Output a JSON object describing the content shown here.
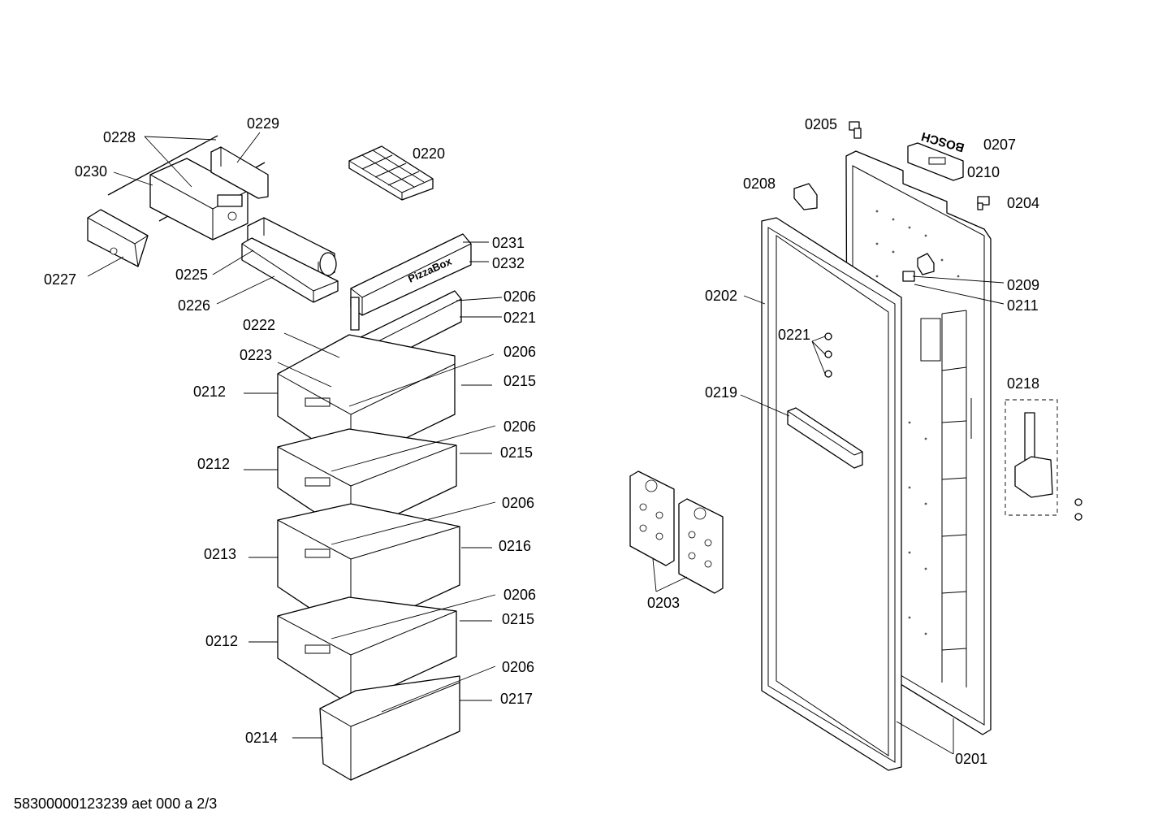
{
  "footer_text": "58300000123239 aet 000 a 2/3",
  "brand_logo_text": "BOSCH",
  "drawer_badge_text": "PizzaBox",
  "labels": {
    "p0228": "0228",
    "p0229": "0229",
    "p0230": "0230",
    "p0220": "0220",
    "p0227": "0227",
    "p0225": "0225",
    "p0226": "0226",
    "p0231": "0231",
    "p0232": "0232",
    "p0206a": "0206",
    "p0221a": "0221",
    "p0222": "0222",
    "p0223": "0223",
    "p0206b": "0206",
    "p0215a": "0215",
    "p0212a": "0212",
    "p0206c": "0206",
    "p0212b": "0212",
    "p0215b": "0215",
    "p0206d": "0206",
    "p0213": "0213",
    "p0216": "0216",
    "p0206e": "0206",
    "p0215c": "0215",
    "p0212c": "0212",
    "p0206f": "0206",
    "p0217": "0217",
    "p0214": "0214",
    "p0205": "0205",
    "p0207": "0207",
    "p0210": "0210",
    "p0208": "0208",
    "p0204": "0204",
    "p0209": "0209",
    "p0211": "0211",
    "p0202": "0202",
    "p0221b": "0221",
    "p0218": "0218",
    "p0219": "0219",
    "p0203": "0203",
    "p0201": "0201"
  }
}
